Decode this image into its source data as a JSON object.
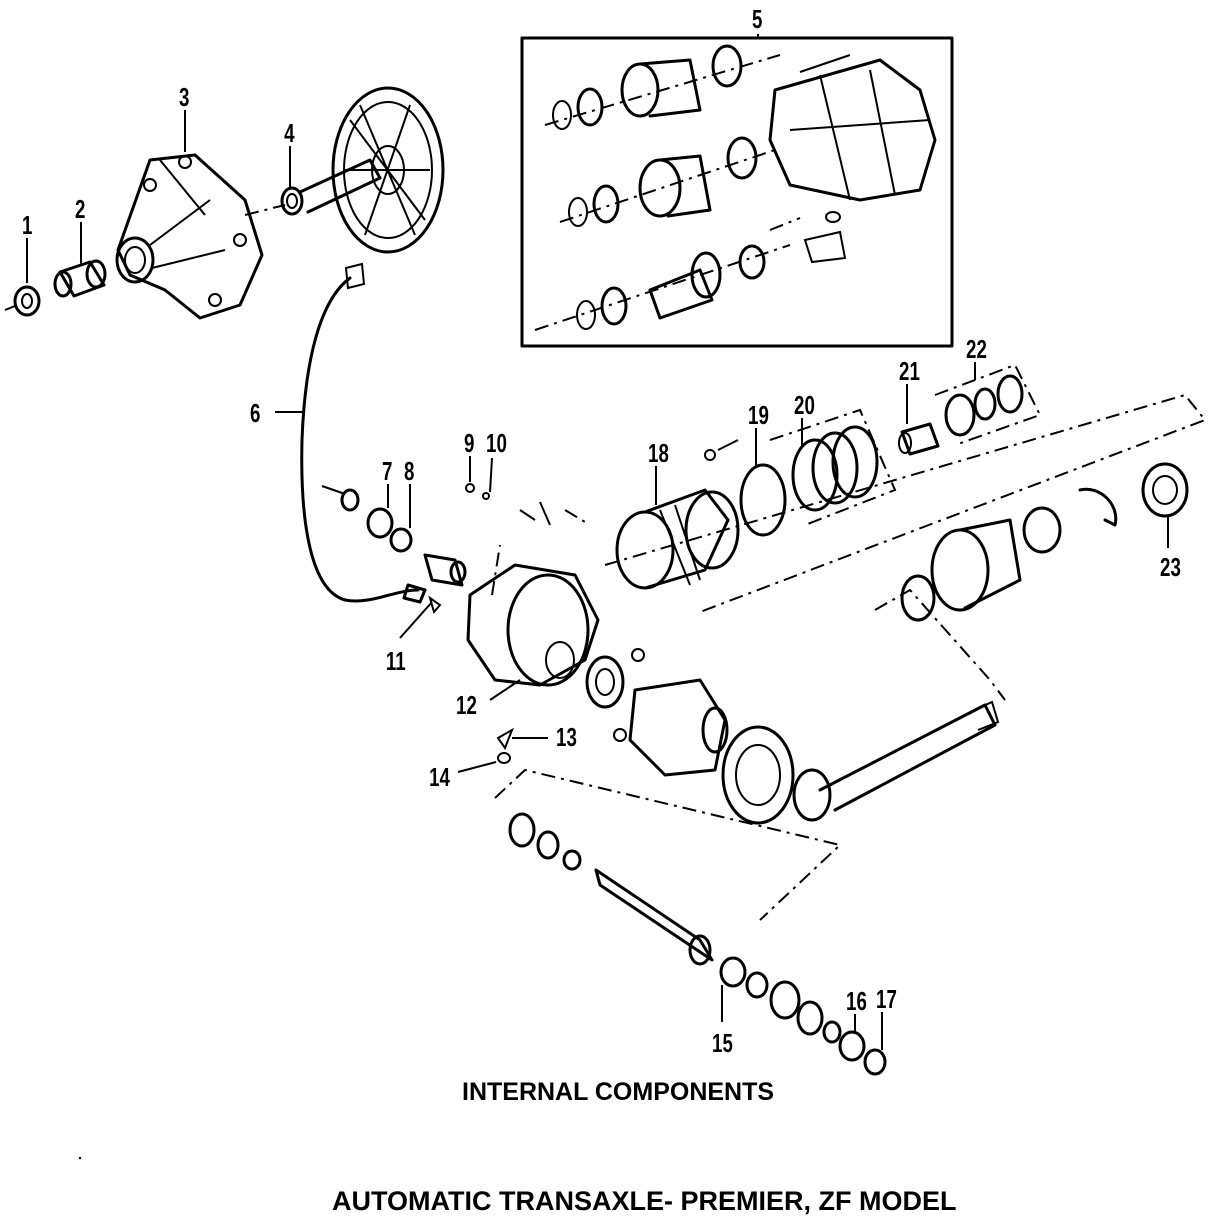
{
  "captions": {
    "section": "INTERNAL COMPONENTS",
    "title": "AUTOMATIC TRANSAXLE- PREMIER, ZF MODEL"
  },
  "callouts": [
    "1",
    "2",
    "3",
    "4",
    "5",
    "6",
    "7",
    "8",
    "9",
    "10",
    "11",
    "12",
    "13",
    "14",
    "15",
    "16",
    "17",
    "18",
    "19",
    "20",
    "21",
    "22",
    "23"
  ]
}
